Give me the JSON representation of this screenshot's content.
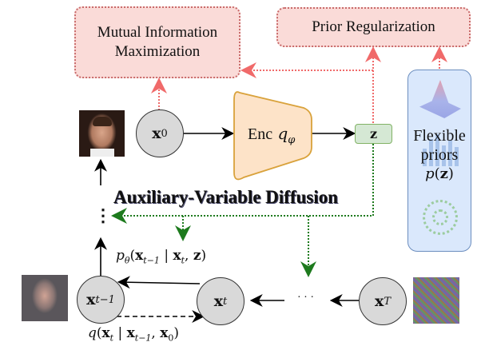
{
  "boxes": {
    "mutual_info": {
      "line1": "Mutual Information",
      "line2": "Maximization"
    },
    "prior_reg": {
      "label": "Prior Regularization"
    }
  },
  "nodes": {
    "x0": {
      "base": "x",
      "sub": "0"
    },
    "xt_minus_1": {
      "base": "x",
      "sub": "t−1"
    },
    "xt": {
      "base": "x",
      "sub": "t"
    },
    "xT": {
      "base": "x",
      "sub": "T"
    }
  },
  "encoder": {
    "label": "Enc",
    "func": "q",
    "sub": "φ"
  },
  "latent": {
    "label": "z"
  },
  "priors_panel": {
    "line1": "Flexible",
    "line2": "priors",
    "func": "p",
    "arg": "z"
  },
  "section_title": "Auxiliary-Variable Diffusion",
  "equations": {
    "reverse": {
      "func": "p",
      "sub": "θ",
      "x1": "x",
      "x1_sub": "t−1",
      "x2": "x",
      "x2_sub": "t",
      "z": "z"
    },
    "forward": {
      "func": "q",
      "x1": "x",
      "x1_sub": "t",
      "x2": "x",
      "x2_sub": "t−1",
      "x3": "x",
      "x3_sub": "0"
    }
  },
  "ellipsis_vertical": "⋮",
  "ellipsis_horizontal": "· · ·",
  "colors": {
    "red_arrow": "#f06a6a",
    "green_arrow": "#1d7a1d",
    "red_box_fill": "#fadbd8",
    "encoder_fill": "#fde3c8",
    "encoder_stroke": "#d9a23b",
    "latent_fill": "#d5e8d4",
    "latent_stroke": "#82b366",
    "panel_fill": "#dae8fc",
    "panel_stroke": "#6c8ebf",
    "node_fill": "#d9d9d9"
  }
}
